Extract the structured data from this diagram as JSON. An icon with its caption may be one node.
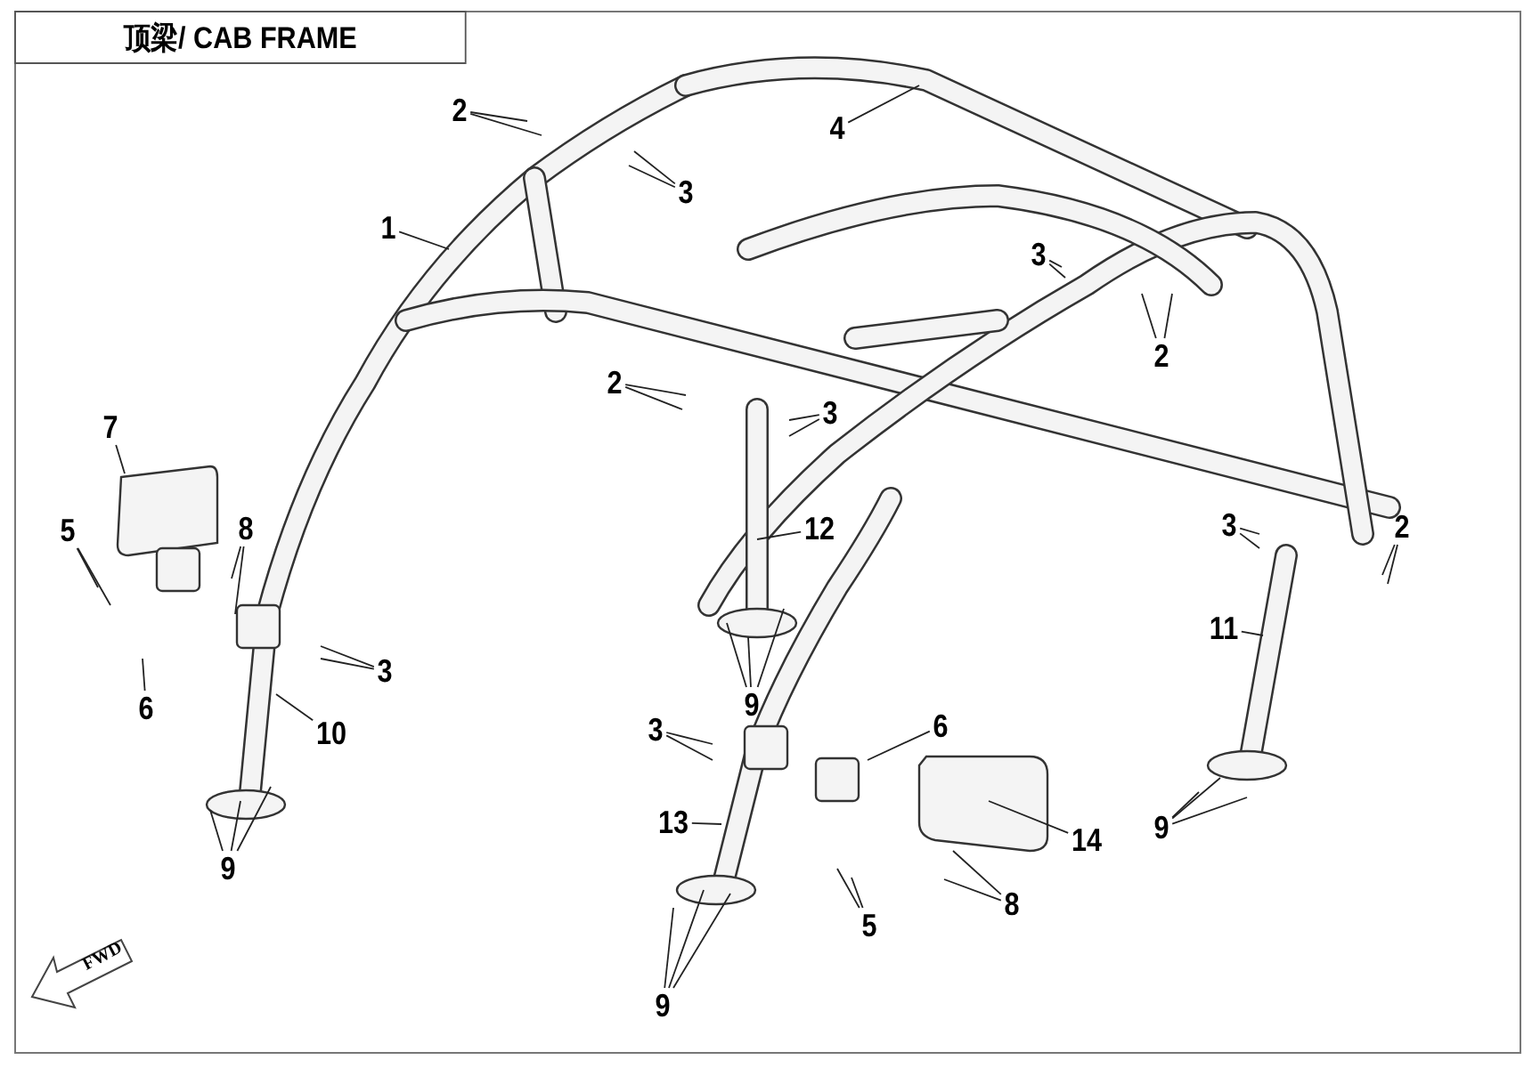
{
  "diagram": {
    "title": "顶梁/ CAB FRAME",
    "nodes": [
      {
        "text": [
          "2"
        ]
      },
      {
        "text": [
          "3"
        ]
      },
      {
        "text": [
          "4"
        ]
      },
      {
        "text": [
          "1"
        ]
      },
      {
        "text": [
          "3"
        ]
      },
      {
        "text": [
          "2"
        ]
      },
      {
        "text": [
          "2"
        ]
      },
      {
        "text": [
          "3"
        ]
      },
      {
        "text": [
          "7"
        ]
      },
      {
        "text": [
          "12"
        ]
      },
      {
        "text": [
          "8"
        ]
      },
      {
        "text": [
          "5"
        ]
      },
      {
        "text": [
          "3"
        ]
      },
      {
        "text": [
          "2"
        ]
      },
      {
        "text": [
          "11"
        ]
      },
      {
        "text": [
          "3"
        ]
      },
      {
        "text": [
          "6"
        ]
      },
      {
        "text": [
          "9"
        ]
      },
      {
        "text": [
          "10"
        ]
      },
      {
        "text": [
          "3"
        ]
      },
      {
        "text": [
          "6"
        ]
      },
      {
        "text": [
          "9"
        ]
      },
      {
        "text": [
          "14"
        ]
      },
      {
        "text": [
          "13"
        ]
      },
      {
        "text": [
          "9"
        ]
      },
      {
        "text": [
          "5"
        ]
      },
      {
        "text": [
          "8"
        ]
      },
      {
        "text": [
          "9"
        ]
      }
    ],
    "edges": [
      {
        "from": 0,
        "to": null,
        "arrow": "none"
      },
      {
        "from": 0,
        "to": null,
        "arrow": "none"
      },
      {
        "from": 1,
        "to": null,
        "arrow": "none"
      },
      {
        "from": 1,
        "to": null,
        "arrow": "none"
      },
      {
        "from": 2,
        "to": null,
        "arrow": "none"
      },
      {
        "from": 3,
        "to": null,
        "arrow": "none"
      },
      {
        "from": 4,
        "to": null,
        "arrow": "none"
      },
      {
        "from": 4,
        "to": null,
        "arrow": "none"
      },
      {
        "from": 5,
        "to": null,
        "arrow": "none"
      },
      {
        "from": 5,
        "to": null,
        "arrow": "none"
      },
      {
        "from": 6,
        "to": null,
        "arrow": "none"
      },
      {
        "from": 6,
        "to": null,
        "arrow": "none"
      },
      {
        "from": 7,
        "to": null,
        "arrow": "none"
      },
      {
        "from": 7,
        "to": null,
        "arrow": "none"
      },
      {
        "from": 8,
        "to": null,
        "arrow": "none"
      },
      {
        "from": 9,
        "to": null,
        "arrow": "none"
      },
      {
        "from": 10,
        "to": null,
        "arrow": "none"
      },
      {
        "from": 10,
        "to": null,
        "arrow": "none"
      },
      {
        "from": 11,
        "to": null,
        "arrow": "none"
      },
      {
        "from": 11,
        "to": null,
        "arrow": "none"
      },
      {
        "from": 12,
        "to": null,
        "arrow": "none"
      },
      {
        "from": 12,
        "to": null,
        "arrow": "none"
      },
      {
        "from": 13,
        "to": null,
        "arrow": "none"
      },
      {
        "from": 13,
        "to": null,
        "arrow": "none"
      },
      {
        "from": 14,
        "to": null,
        "arrow": "none"
      },
      {
        "from": 15,
        "to": null,
        "arrow": "none"
      },
      {
        "from": 15,
        "to": null,
        "arrow": "none"
      },
      {
        "from": 16,
        "to": null,
        "arrow": "none"
      },
      {
        "from": 17,
        "to": null,
        "arrow": "none"
      },
      {
        "from": 17,
        "to": null,
        "arrow": "none"
      },
      {
        "from": 17,
        "to": null,
        "arrow": "none"
      },
      {
        "from": 18,
        "to": null,
        "arrow": "none"
      },
      {
        "from": 19,
        "to": null,
        "arrow": "none"
      },
      {
        "from": 19,
        "to": null,
        "arrow": "none"
      },
      {
        "from": 20,
        "to": null,
        "arrow": "none"
      },
      {
        "from": 21,
        "to": null,
        "arrow": "none"
      },
      {
        "from": 21,
        "to": null,
        "arrow": "none"
      },
      {
        "from": 21,
        "to": null,
        "arrow": "none"
      },
      {
        "from": 22,
        "to": null,
        "arrow": "none"
      },
      {
        "from": 23,
        "to": null,
        "arrow": "none"
      },
      {
        "from": 24,
        "to": null,
        "arrow": "none"
      },
      {
        "from": 24,
        "to": null,
        "arrow": "none"
      },
      {
        "from": 24,
        "to": null,
        "arrow": "none"
      },
      {
        "from": 25,
        "to": null,
        "arrow": "none"
      },
      {
        "from": 25,
        "to": null,
        "arrow": "none"
      },
      {
        "from": 26,
        "to": null,
        "arrow": "none"
      },
      {
        "from": 26,
        "to": null,
        "arrow": "none"
      },
      {
        "from": 27,
        "to": null,
        "arrow": "none"
      },
      {
        "from": 27,
        "to": null,
        "arrow": "none"
      },
      {
        "from": 27,
        "to": null,
        "arrow": "none"
      }
    ],
    "labels": [
      "FWD"
    ]
  }
}
